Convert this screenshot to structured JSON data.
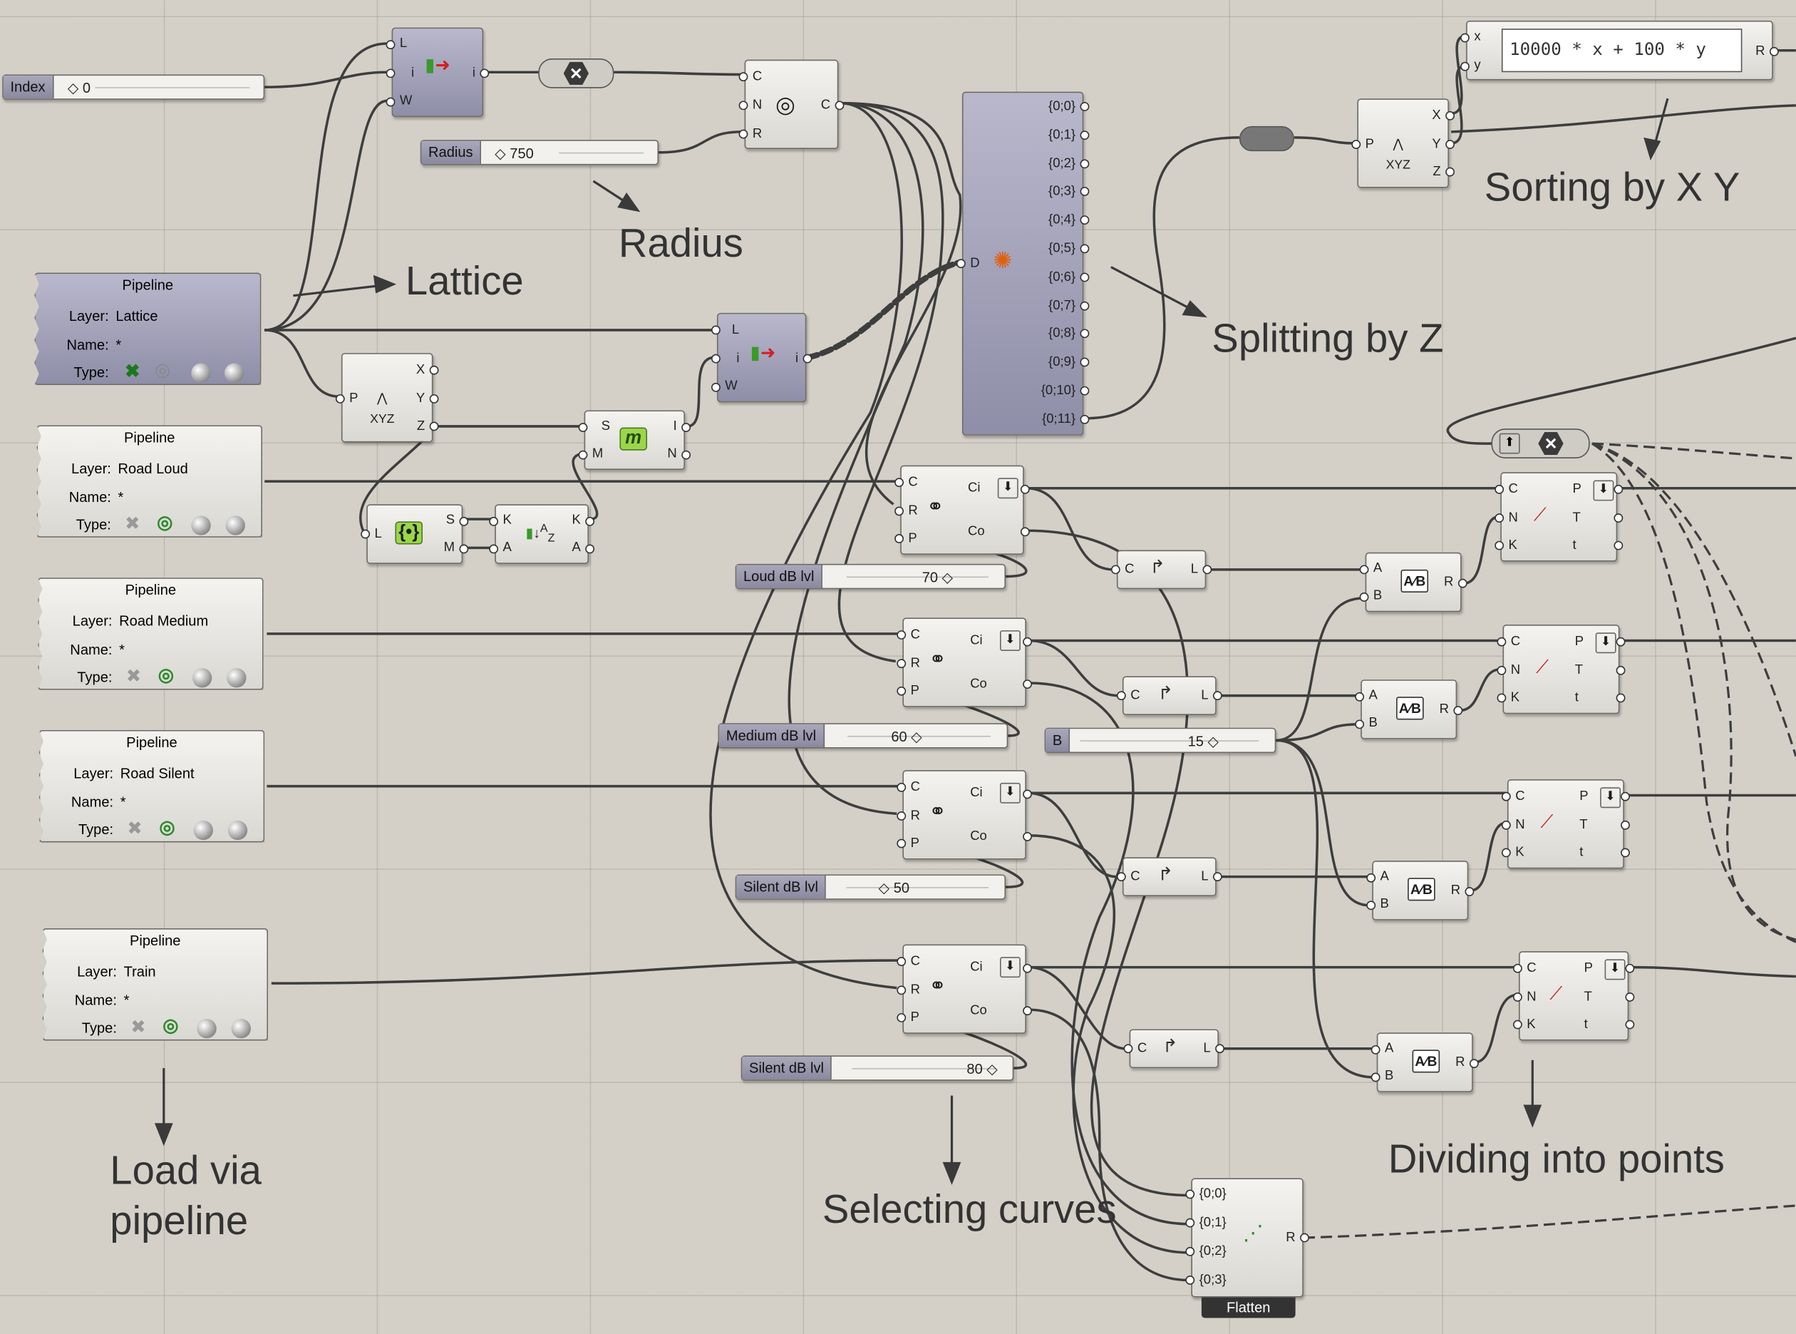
{
  "index_slider": {
    "name": "Index",
    "value": "0"
  },
  "radius_slider": {
    "name": "Radius",
    "value": "750"
  },
  "loud_slider": {
    "name": "Loud dB lvl",
    "value": "70"
  },
  "medium_slider": {
    "name": "Medium dB lvl",
    "value": "60"
  },
  "silent1_slider": {
    "name": "Silent dB lvl",
    "value": "50"
  },
  "silent2_slider": {
    "name": "Silent dB lvl",
    "value": "80"
  },
  "b_slider": {
    "name": "B",
    "value": "15"
  },
  "pipelines": [
    {
      "title": "Pipeline",
      "layer": "Lattice",
      "name": "*"
    },
    {
      "title": "Pipeline",
      "layer": "Road Loud",
      "name": "*"
    },
    {
      "title": "Pipeline",
      "layer": "Road Medium",
      "name": "*"
    },
    {
      "title": "Pipeline",
      "layer": "Road Silent",
      "name": "*"
    },
    {
      "title": "Pipeline",
      "layer": "Train",
      "name": "*"
    }
  ],
  "pipeline_labels": {
    "layer": "Layer:",
    "name": "Name:",
    "type": "Type:"
  },
  "expression": {
    "text": "10000 * x + 100 * y",
    "in_x": "x",
    "in_y": "y",
    "out": "R"
  },
  "branches": [
    "{0;0}",
    "{0;1}",
    "{0;2}",
    "{0;3}",
    "{0;4}",
    "{0;5}",
    "{0;6}",
    "{0;7}",
    "{0;8}",
    "{0;9}",
    "{0;10}",
    "{0;11}"
  ],
  "flatten": {
    "label": "Flatten",
    "inputs": [
      "{0;0}",
      "{0;1}",
      "{0;2}",
      "{0;3}"
    ],
    "out": "R"
  },
  "annotations": {
    "lattice": "Lattice",
    "radius": "Radius",
    "sorting": "Sorting by X Y",
    "splitting": "Splitting by Z",
    "load1": "Load via",
    "load2": "pipeline",
    "selecting": "Selecting curves",
    "dividing": "Dividing into points"
  },
  "ports": {
    "L": "L",
    "i": "i",
    "W": "W",
    "C": "C",
    "N": "N",
    "R": "R",
    "D": "D",
    "P": "P",
    "X": "X",
    "Y": "Y",
    "Z": "Z",
    "S": "S",
    "M": "M",
    "I": "I",
    "K": "K",
    "A": "A",
    "B": "B",
    "Ci": "Ci",
    "Co": "Co",
    "T": "T",
    "t": "t"
  }
}
